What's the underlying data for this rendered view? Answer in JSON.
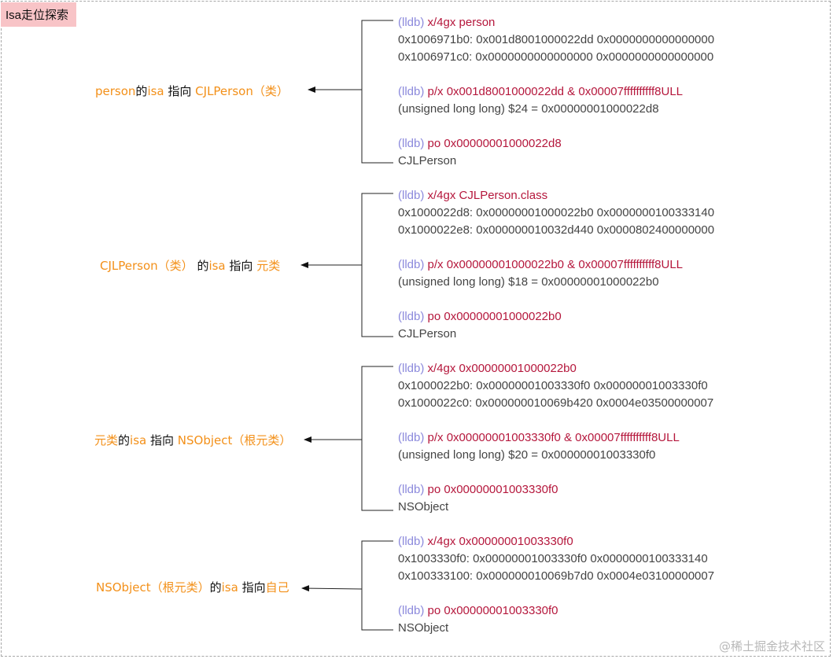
{
  "title": "Isa走位探索",
  "watermark": "@稀土掘金技术社区",
  "labels": [
    {
      "parts": [
        {
          "t": "person",
          "c": "orange"
        },
        {
          "t": "的",
          "c": "black"
        },
        {
          "t": "isa",
          "c": "orange"
        },
        {
          "t": " 指向 ",
          "c": "black"
        },
        {
          "t": "CJLPerson（类）",
          "c": "orange"
        }
      ]
    },
    {
      "parts": [
        {
          "t": "CJLPerson（类） ",
          "c": "orange"
        },
        {
          "t": "的",
          "c": "black"
        },
        {
          "t": "isa",
          "c": "orange"
        },
        {
          "t": " 指向 ",
          "c": "black"
        },
        {
          "t": "元类",
          "c": "orange"
        }
      ]
    },
    {
      "parts": [
        {
          "t": "元类",
          "c": "orange"
        },
        {
          "t": "的",
          "c": "black"
        },
        {
          "t": "isa",
          "c": "orange"
        },
        {
          "t": " 指向 ",
          "c": "black"
        },
        {
          "t": "NSObject（根元类）",
          "c": "orange"
        }
      ]
    },
    {
      "parts": [
        {
          "t": "NSObject（根元类）",
          "c": "orange"
        },
        {
          "t": "的",
          "c": "black"
        },
        {
          "t": "isa",
          "c": "orange"
        },
        {
          "t": " 指向",
          "c": "black"
        },
        {
          "t": "自己",
          "c": "orange"
        }
      ]
    }
  ],
  "blocks": [
    {
      "lines": [
        {
          "prompt": "(lldb) ",
          "cmd": "x/4gx person"
        },
        {
          "text": "0x1006971b0: 0x001d8001000022dd 0x0000000000000000"
        },
        {
          "text": "0x1006971c0: 0x0000000000000000 0x0000000000000000"
        },
        {
          "prompt": "(lldb) ",
          "cmd": "p/x 0x001d8001000022dd & 0x00007ffffffffff8ULL"
        },
        {
          "text": "(unsigned long long) $24 = 0x00000001000022d8"
        },
        {
          "prompt": "(lldb) ",
          "cmd": "po 0x00000001000022d8"
        },
        {
          "text": "CJLPerson"
        }
      ]
    },
    {
      "lines": [
        {
          "prompt": "(lldb) ",
          "cmd": "x/4gx CJLPerson.class"
        },
        {
          "text": "0x1000022d8: 0x00000001000022b0 0x0000000100333140"
        },
        {
          "text": "0x1000022e8: 0x000000010032d440 0x0000802400000000"
        },
        {
          "prompt": "(lldb) ",
          "cmd": "p/x 0x00000001000022b0 & 0x00007ffffffffff8ULL"
        },
        {
          "text": "(unsigned long long) $18 = 0x00000001000022b0"
        },
        {
          "prompt": "(lldb) ",
          "cmd": "po 0x00000001000022b0"
        },
        {
          "text": "CJLPerson"
        }
      ]
    },
    {
      "lines": [
        {
          "prompt": "(lldb) ",
          "cmd": "x/4gx 0x00000001000022b0"
        },
        {
          "text": "0x1000022b0: 0x00000001003330f0 0x00000001003330f0"
        },
        {
          "text": "0x1000022c0: 0x000000010069b420 0x0004e03500000007"
        },
        {
          "prompt": "(lldb) ",
          "cmd": "p/x 0x00000001003330f0 & 0x00007ffffffffff8ULL"
        },
        {
          "text": "(unsigned long long) $20 = 0x00000001003330f0"
        },
        {
          "prompt": "(lldb) ",
          "cmd": "po 0x00000001003330f0"
        },
        {
          "text": "NSObject"
        }
      ]
    },
    {
      "lines": [
        {
          "prompt": "(lldb) ",
          "cmd": "x/4gx 0x00000001003330f0"
        },
        {
          "text": "0x1003330f0: 0x00000001003330f0 0x0000000100333140"
        },
        {
          "text": "0x100333100: 0x000000010069b7d0 0x0004e03100000007"
        },
        {
          "prompt": "(lldb) ",
          "cmd": "po 0x00000001003330f0"
        },
        {
          "text": "NSObject"
        }
      ]
    }
  ]
}
